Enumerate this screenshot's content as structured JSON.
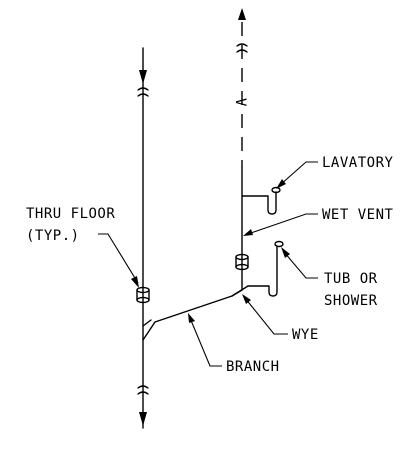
{
  "labels": {
    "thru_floor_line1": "THRU FLOOR",
    "thru_floor_line2": "(TYP.)",
    "lavatory": "LAVATORY",
    "wet_vent": "WET VENT",
    "tub_line1": "TUB OR",
    "tub_line2": "SHOWER",
    "wye": "WYE",
    "branch": "BRANCH",
    "vent_marker": "V"
  },
  "colors": {
    "line": "#000000",
    "background": "#ffffff"
  }
}
